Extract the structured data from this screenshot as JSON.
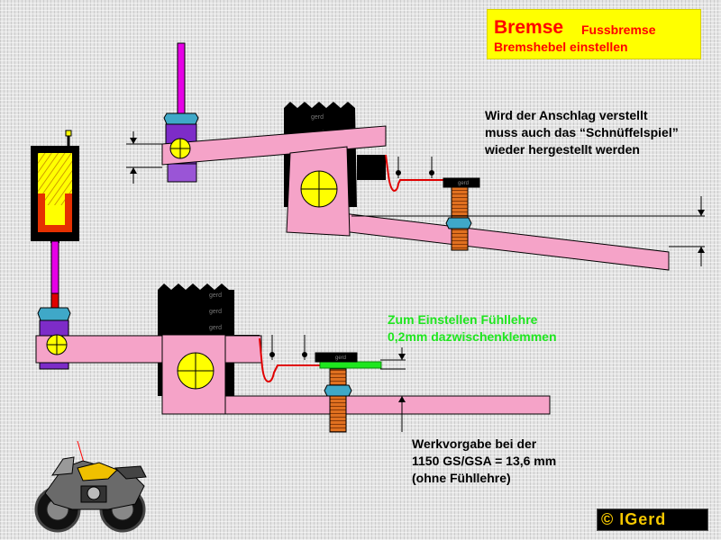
{
  "title": {
    "main": "Bremse",
    "sub1": "Fussbremse",
    "sub2": "Bremshebel einstellen"
  },
  "notes": {
    "top": [
      "Wird der Anschlag verstellt",
      "muss auch das “Schnüffelspiel”",
      "wieder hergestellt werden"
    ],
    "green": [
      "Zum Einstellen Fühllehre",
      "0,2mm dazwischenklemmen"
    ],
    "bottom": [
      "Werkvorgabe bei der",
      "1150 GS/GSA = 13,6 mm",
      "(ohne Fühllehre)"
    ]
  },
  "labels": {
    "gerd": "gerd"
  },
  "copyright": "© IGerd",
  "colors": {
    "lever": "#f5a3c8",
    "rod": "#e600e6",
    "bolt": "#e07020",
    "pivot": "#ffff00",
    "title_bg": "#ffff00",
    "title_text": "#ff0000",
    "green_note": "#1ee61e",
    "clevis": "#7d2cc8",
    "nut": "#3fa8c8",
    "spring_line": "#ff0000",
    "copyright_text": "#f5c800"
  },
  "icons": {
    "motorcycle": "motorcycle-illustration",
    "bolt": "hex-bolt",
    "pivot": "pivot-circle"
  }
}
